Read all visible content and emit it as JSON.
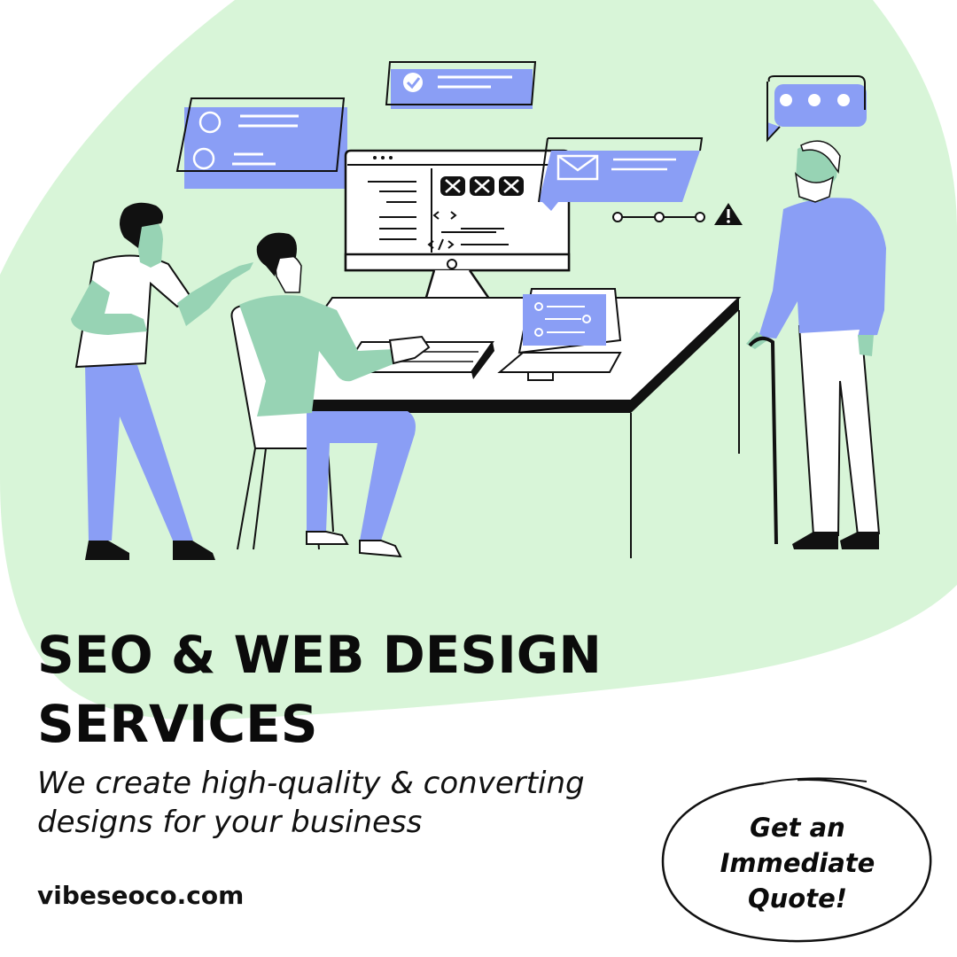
{
  "headline": {
    "line1": "SEO & WEB DESIGN",
    "line2": "SERVICES"
  },
  "tagline": {
    "line1": "We create high-quality & converting",
    "line2": "designs for your business"
  },
  "website": "vibeseoco.com",
  "cta": {
    "line1": "Get an",
    "line2": "Immediate",
    "line3": "Quote!"
  },
  "colors": {
    "background": "#ffffff",
    "blob": "#d8f5d8",
    "accent_blue": "#8a9ef5",
    "skin_green": "#97d3b4",
    "ink": "#0b0b0b"
  },
  "illustration": {
    "icons": [
      "check-icon",
      "mail-icon",
      "chat-dots-icon",
      "warning-icon",
      "code-icon",
      "close-icon"
    ]
  }
}
